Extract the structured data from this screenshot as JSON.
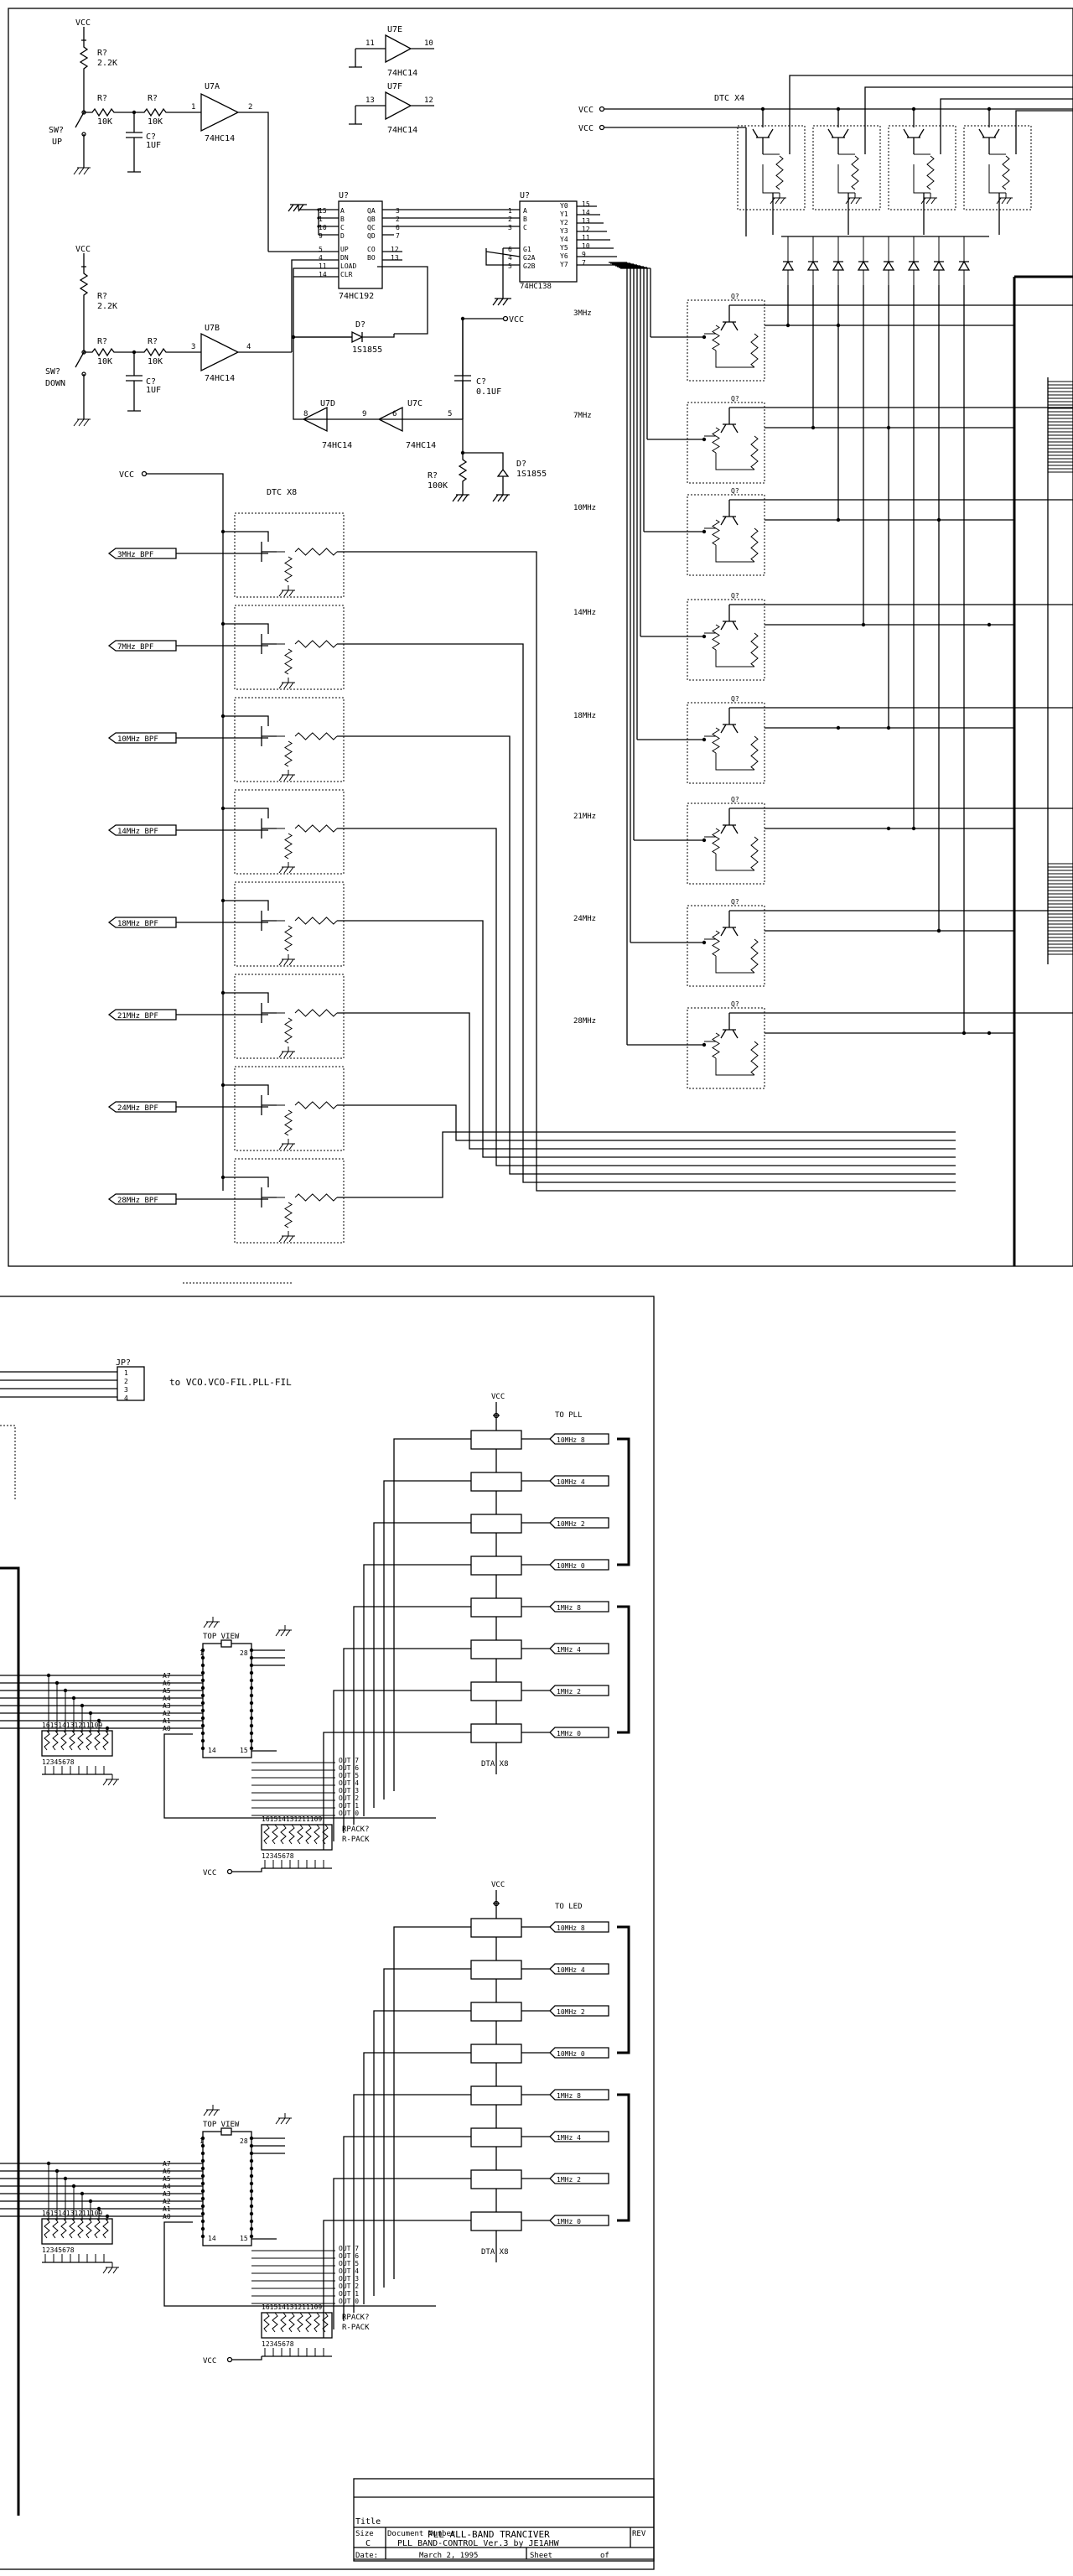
{
  "top": {
    "vcc": "VCC",
    "sw_up": {
      "ref": "SW?",
      "label": "UP"
    },
    "sw_down": {
      "ref": "SW?",
      "label": "DOWN"
    },
    "r_pullup": {
      "ref": "R?",
      "value": "2.2K"
    },
    "r_10k": {
      "ref": "R?",
      "value": "10K"
    },
    "c_1uf": {
      "ref": "C?",
      "value": "1UF"
    },
    "u7a": "U7A",
    "u7b": "U7B",
    "u7c": "U7C",
    "u7d": "U7D",
    "u7e": "U7E",
    "u7f": "U7F",
    "ic_74hc14": "74HC14",
    "counter": {
      "ref": "U?",
      "part": "74HC192",
      "left_pins": [
        "A",
        "B",
        "C",
        "D",
        "UP",
        "DN",
        "LOAD",
        "CLR"
      ],
      "right_pins": [
        "QA",
        "QB",
        "QC",
        "QD",
        "CO",
        "BO"
      ],
      "left_nums": [
        "15",
        "1",
        "10",
        "9",
        "5",
        "4",
        "11",
        "14"
      ],
      "right_nums": [
        "3",
        "2",
        "6",
        "7",
        "12",
        "13"
      ]
    },
    "decoder": {
      "ref": "U?",
      "part": "74HC138",
      "left_pins": [
        "A",
        "B",
        "C",
        "G1",
        "G2A",
        "G2B"
      ],
      "right_pins": [
        "Y0",
        "Y1",
        "Y2",
        "Y3",
        "Y4",
        "Y5",
        "Y6",
        "Y7"
      ],
      "left_nums": [
        "1",
        "2",
        "3",
        "6",
        "4",
        "5"
      ],
      "right_nums": [
        "15",
        "14",
        "13",
        "12",
        "11",
        "10",
        "9",
        "7"
      ]
    },
    "diode": {
      "ref": "D?",
      "part": "1S1855"
    },
    "c_01uf": {
      "ref": "C?",
      "value": "0.1UF"
    },
    "r_100k": {
      "ref": "R?",
      "value": "100K"
    },
    "dtc_x4": "DTC X4",
    "dta_x8": "DTA X8",
    "dtc_x8": "DTC X8",
    "q": "Q?",
    "bands": [
      "3MHz",
      "7MHz",
      "10MHz",
      "14MHz",
      "18MHz",
      "21MHz",
      "24MHz",
      "28MHz"
    ],
    "bpf_ports": [
      "3MHz BPF",
      "7MHz BPF",
      "10MHz BPF",
      "14MHz BPF",
      "18MHz BPF",
      "21MHz BPF",
      "24MHz BPF",
      "28MHz BPF"
    ]
  },
  "bottom": {
    "jp": {
      "ref": "JP?",
      "pins": [
        "1",
        "2",
        "3",
        "4"
      ],
      "to": "to VCO.VCO-FIL.PLL-FIL"
    },
    "to_pll": "TO PLL",
    "to_led": "TO LED",
    "outputs": [
      "10MHz 8",
      "10MHz 4",
      "10MHz 2",
      "10MHz 0",
      "1MHz 8",
      "1MHz 4",
      "1MHz 2",
      "1MHz 0"
    ],
    "dta_x8": "DTA X8",
    "top_view": "TOP VIEW",
    "addr": [
      "A7",
      "A6",
      "A5",
      "A4",
      "A3",
      "A2",
      "A1",
      "A0"
    ],
    "outs": [
      "OUT 7",
      "OUT 6",
      "OUT 5",
      "OUT 4",
      "OUT 3",
      "OUT 2",
      "OUT 1",
      "OUT 0"
    ],
    "pin1": "1",
    "pin28": "28",
    "pin14": "14",
    "pin15": "15",
    "rpack": {
      "ref": "RPACK?",
      "part": "R-PACK",
      "top_nums": "161514131211109",
      "bot_nums": "12345678"
    },
    "vcc": "VCC"
  },
  "title_block": {
    "title_label": "Title",
    "title": "PLL ALL-BAND TRANCIVER",
    "size_label": "Size",
    "size": "C",
    "docnum_label": "Document Number",
    "docnum": "PLL BAND-CONTROL Ver.3 by JE1AHW",
    "rev_label": "REV",
    "date_label": "Date:",
    "date": "March  2, 1995",
    "sheet_label": "Sheet",
    "of_label": "of"
  }
}
